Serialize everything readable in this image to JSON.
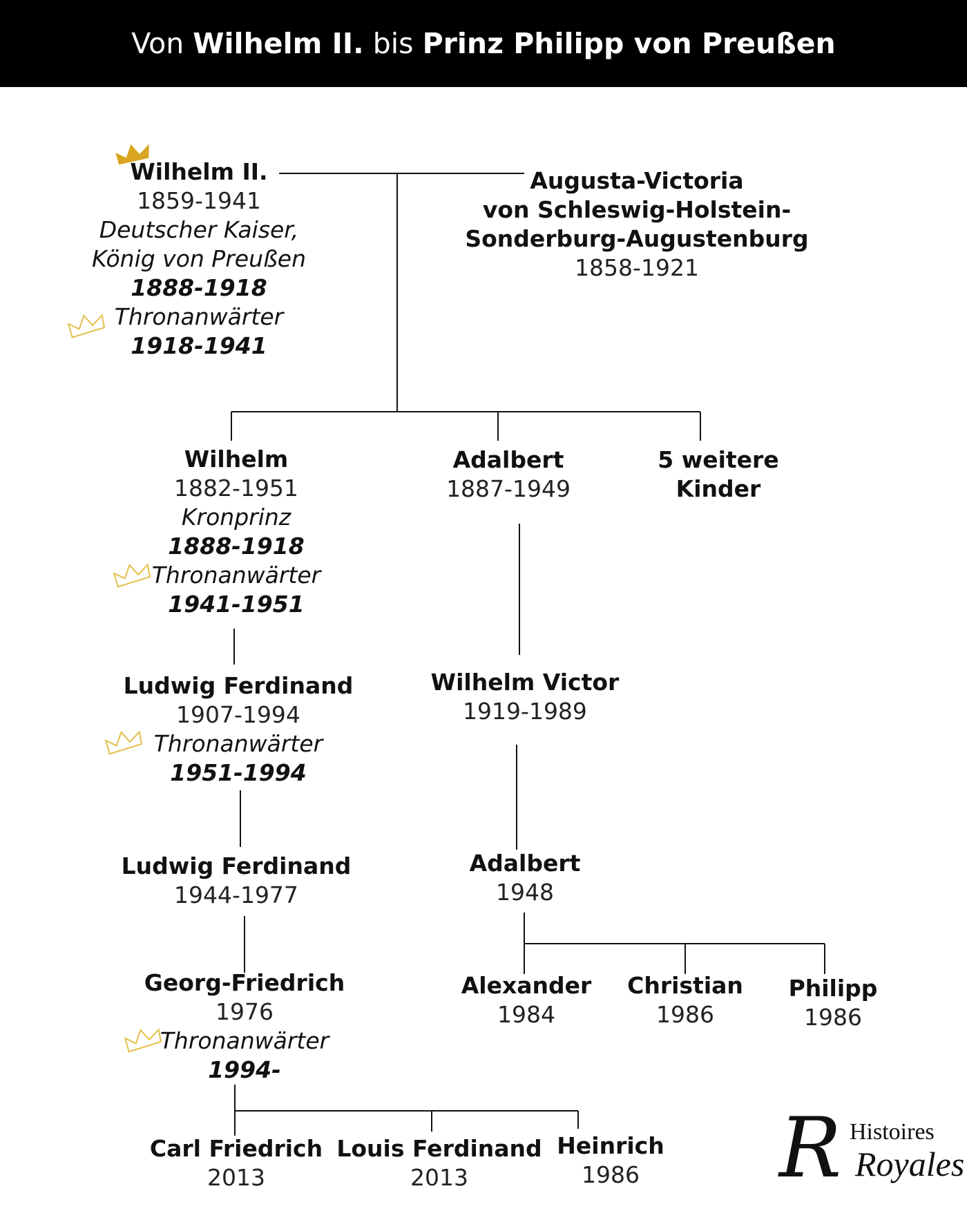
{
  "header": {
    "prefix": "Von",
    "from": "Wilhelm II.",
    "middle": "bis",
    "to": "Prinz Philipp von Preußen"
  },
  "people": {
    "wilhelm_ii": {
      "name": "Wilhelm II.",
      "years": "1859-1941",
      "title_1": "Deutscher Kaiser,",
      "title_2": "König von Preußen",
      "reign": "1888-1918",
      "pretender_label": "Thronanwärter",
      "pretender_years": "1918-1941"
    },
    "augusta_victoria": {
      "name_1": "Augusta-Victoria",
      "name_2": "von Schleswig-Holstein-",
      "name_3": "Sonderburg-Augustenburg",
      "years": "1858-1921"
    },
    "wilhelm": {
      "name": "Wilhelm",
      "years": "1882-1951",
      "title": "Kronprinz",
      "title_years": "1888-1918",
      "pretender_label": "Thronanwärter",
      "pretender_years": "1941-1951"
    },
    "adalbert_1887": {
      "name": "Adalbert",
      "years": "1887-1949"
    },
    "others": {
      "name_1": "5 weitere",
      "name_2": "Kinder"
    },
    "ludwig_ferdinand_1907": {
      "name": "Ludwig Ferdinand",
      "years": "1907-1994",
      "pretender_label": "Thronanwärter",
      "pretender_years": "1951-1994"
    },
    "wilhelm_victor": {
      "name": "Wilhelm Victor",
      "years": "1919-1989"
    },
    "ludwig_ferdinand_1944": {
      "name": "Ludwig Ferdinand",
      "years": "1944-1977"
    },
    "adalbert_1948": {
      "name": "Adalbert",
      "years": "1948"
    },
    "georg_friedrich": {
      "name": "Georg-Friedrich",
      "years": "1976",
      "pretender_label": "Thronanwärter",
      "pretender_years": "1994-"
    },
    "alexander": {
      "name": "Alexander",
      "years": "1984"
    },
    "christian": {
      "name": "Christian",
      "years": "1986"
    },
    "philipp": {
      "name": "Philipp",
      "years": "1986"
    },
    "carl_friedrich": {
      "name": "Carl Friedrich",
      "years": "2013"
    },
    "louis_ferdinand": {
      "name": "Louis Ferdinand",
      "years": "2013"
    },
    "heinrich": {
      "name": "Heinrich",
      "years": "1986"
    }
  },
  "logo": {
    "line_1": "Histoires",
    "line_2": "Royales"
  },
  "colors": {
    "header_bg": "#000000",
    "header_text": "#ffffff",
    "crown_gold": "#d9a520",
    "crown_outline": "#e3c04a",
    "line": "#111111"
  }
}
